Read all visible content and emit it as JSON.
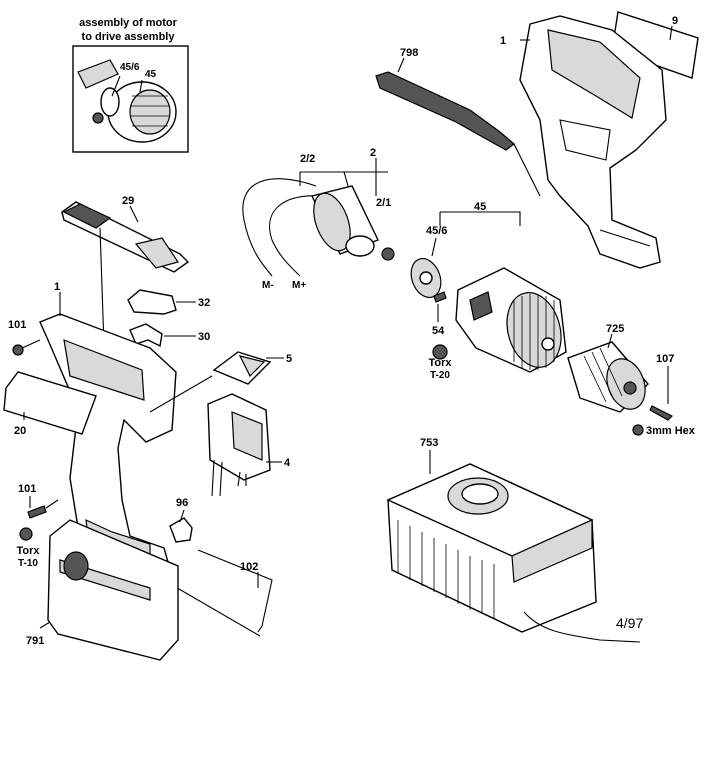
{
  "inset": {
    "title_line1": "assembly of motor",
    "title_line2": "to drive assembly",
    "labels": [
      "45/6",
      "45"
    ]
  },
  "parts": [
    {
      "id": "p1a",
      "number": "1"
    },
    {
      "id": "p9",
      "number": "9"
    },
    {
      "id": "p798",
      "number": "798"
    },
    {
      "id": "p2",
      "number": "2"
    },
    {
      "id": "p22",
      "number": "2/2"
    },
    {
      "id": "p21",
      "number": "2/1"
    },
    {
      "id": "p45",
      "number": "45"
    },
    {
      "id": "p456",
      "number": "45/6"
    },
    {
      "id": "p29",
      "number": "29"
    },
    {
      "id": "p1b",
      "number": "1"
    },
    {
      "id": "p101a",
      "number": "101"
    },
    {
      "id": "p32",
      "number": "32"
    },
    {
      "id": "p30",
      "number": "30"
    },
    {
      "id": "p5",
      "number": "5"
    },
    {
      "id": "p20",
      "number": "20"
    },
    {
      "id": "p4",
      "number": "4"
    },
    {
      "id": "p54",
      "number": "54"
    },
    {
      "id": "p725",
      "number": "725"
    },
    {
      "id": "p107",
      "number": "107"
    },
    {
      "id": "p753",
      "number": "753"
    },
    {
      "id": "p101b",
      "number": "101"
    },
    {
      "id": "p96",
      "number": "96"
    },
    {
      "id": "p102",
      "number": "102"
    },
    {
      "id": "p791",
      "number": "791"
    }
  ],
  "motor_terminals": [
    "M-",
    "M+"
  ],
  "tool_notes": {
    "torx20_line1": "Torx",
    "torx20_line2": "T-20",
    "hex": "3mm Hex",
    "torx10_line1": "Torx",
    "torx10_line2": "T-10"
  },
  "date_code": "4/97"
}
